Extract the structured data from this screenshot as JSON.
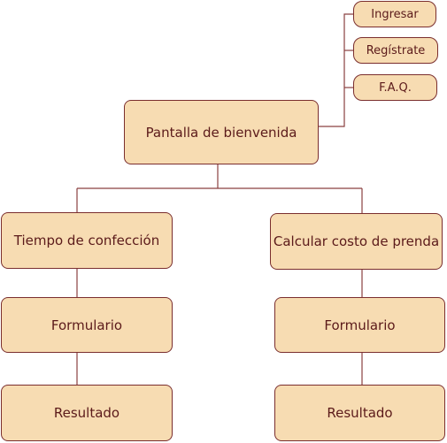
{
  "colors": {
    "fill": "#f7dcb2",
    "stroke": "#7a2e2e",
    "text": "#5b1a1a",
    "line": "#8a4040"
  },
  "diagram": {
    "menu": {
      "login": "Ingresar",
      "register": "Regístrate",
      "faq": "F.A.Q."
    },
    "welcome": "Pantalla de bienvenida",
    "left_branch": {
      "title": "Tiempo de confección",
      "form": "Formulario",
      "result": "Resultado"
    },
    "right_branch": {
      "title": "Calcular costo de prenda",
      "form": "Formulario",
      "result": "Resultado"
    }
  }
}
